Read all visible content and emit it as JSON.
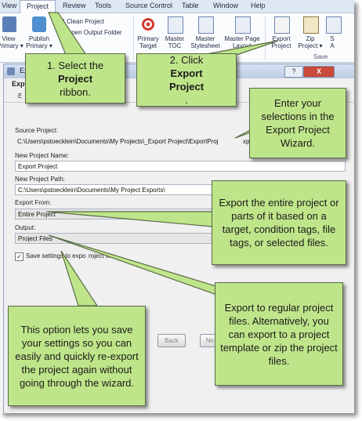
{
  "ribbon": {
    "tabs": [
      "View",
      "Project",
      "Review",
      "Tools",
      "Source Control",
      "Table",
      "Window",
      "Help"
    ],
    "active_tab": "Project",
    "buttons": {
      "view_primary": "View\nPrimary ▾",
      "publish_primary": "Publish\nPrimary ▾",
      "clean_project": "Clean Project",
      "open_output_folder": "Open Output Folder",
      "primary_target": "Primary\nTarget",
      "master_toc": "Master\nTOC",
      "master_stylesheet": "Master\nStylesheet",
      "master_page_layout": "Master Page\nLayout",
      "export_project": "Export\nProject",
      "zip_project": "Zip\nProject ▾",
      "s_a": "S\nA"
    },
    "group_save": "Save"
  },
  "dialog": {
    "title": "Ex",
    "header": "Expo",
    "subheader": "E",
    "help_btn": "?",
    "close_btn": "X",
    "source_project_label": "Source Project:",
    "source_project_value": "C:\\Users\\pstoecklein\\Documents\\My Projects\\_Export Project\\ExportProj",
    "source_project_tail": "xportProj",
    "new_project_name_label": "New Project Name:",
    "new_project_name_value": "Export Project",
    "new_project_path_label": "New Project Path:",
    "new_project_path_value": "C:\\Users\\pstoecklein\\Documents\\My Project Exports\\",
    "export_from_label": "Export From:",
    "export_from_value": "Entire Project",
    "output_label": "Output:",
    "output_value": "Project Files",
    "save_settings_label": "Save settings to expo",
    "save_settings_tail": "roject file",
    "back_btn": "Back",
    "next_btn": "Ne"
  },
  "callouts": {
    "c1_pre": "1. Select the",
    "c1_bold": "Project",
    "c1_post": "ribbon.",
    "c2_pre": "2. Click",
    "c2_bold1": "Export",
    "c2_bold2": "Project",
    "c2_post": ".",
    "c3": "Enter your selections in the Export Project Wizard.",
    "c4": "Export the entire project or parts of it based on a target, condition tags, file tags, or selected files.",
    "c5": "Export to regular project files. Alternatively, you can export to a project template or zip the project files.",
    "c6": "This option lets you save your settings so you can easily and quickly re-export the project again without going through the wizard."
  },
  "colors": {
    "callout_fill": "#bfe58a",
    "callout_border": "#5b6b49"
  }
}
